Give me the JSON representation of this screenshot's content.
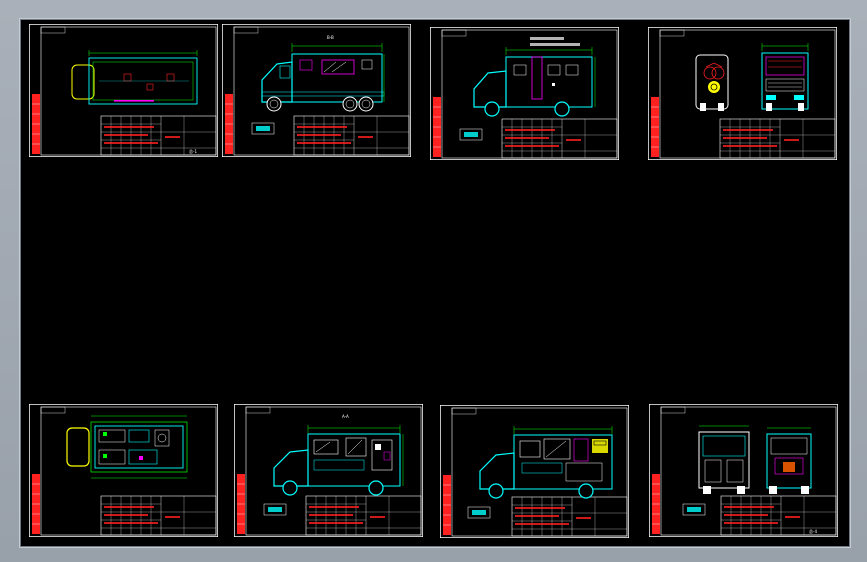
{
  "colors": {
    "background": "#000000",
    "sheet_paper": "#ffffff",
    "frame": "#ffffff",
    "cyan": "#00ffff",
    "green": "#00ff00",
    "yellow": "#ffff00",
    "red": "#ff2020",
    "magenta": "#ff00ff"
  },
  "sheets": [
    {
      "view": "plan-chassis",
      "tag": "总-1"
    },
    {
      "view": "side-exterior",
      "tag": "B-B"
    },
    {
      "view": "side-exterior-windows",
      "tag": ""
    },
    {
      "view": "front-rear-exterior",
      "tag": ""
    },
    {
      "view": "plan-interior",
      "tag": ""
    },
    {
      "view": "side-section",
      "tag": "A-A"
    },
    {
      "view": "side-section-2",
      "tag": ""
    },
    {
      "view": "front-rear-section",
      "tag": "总-4"
    }
  ]
}
